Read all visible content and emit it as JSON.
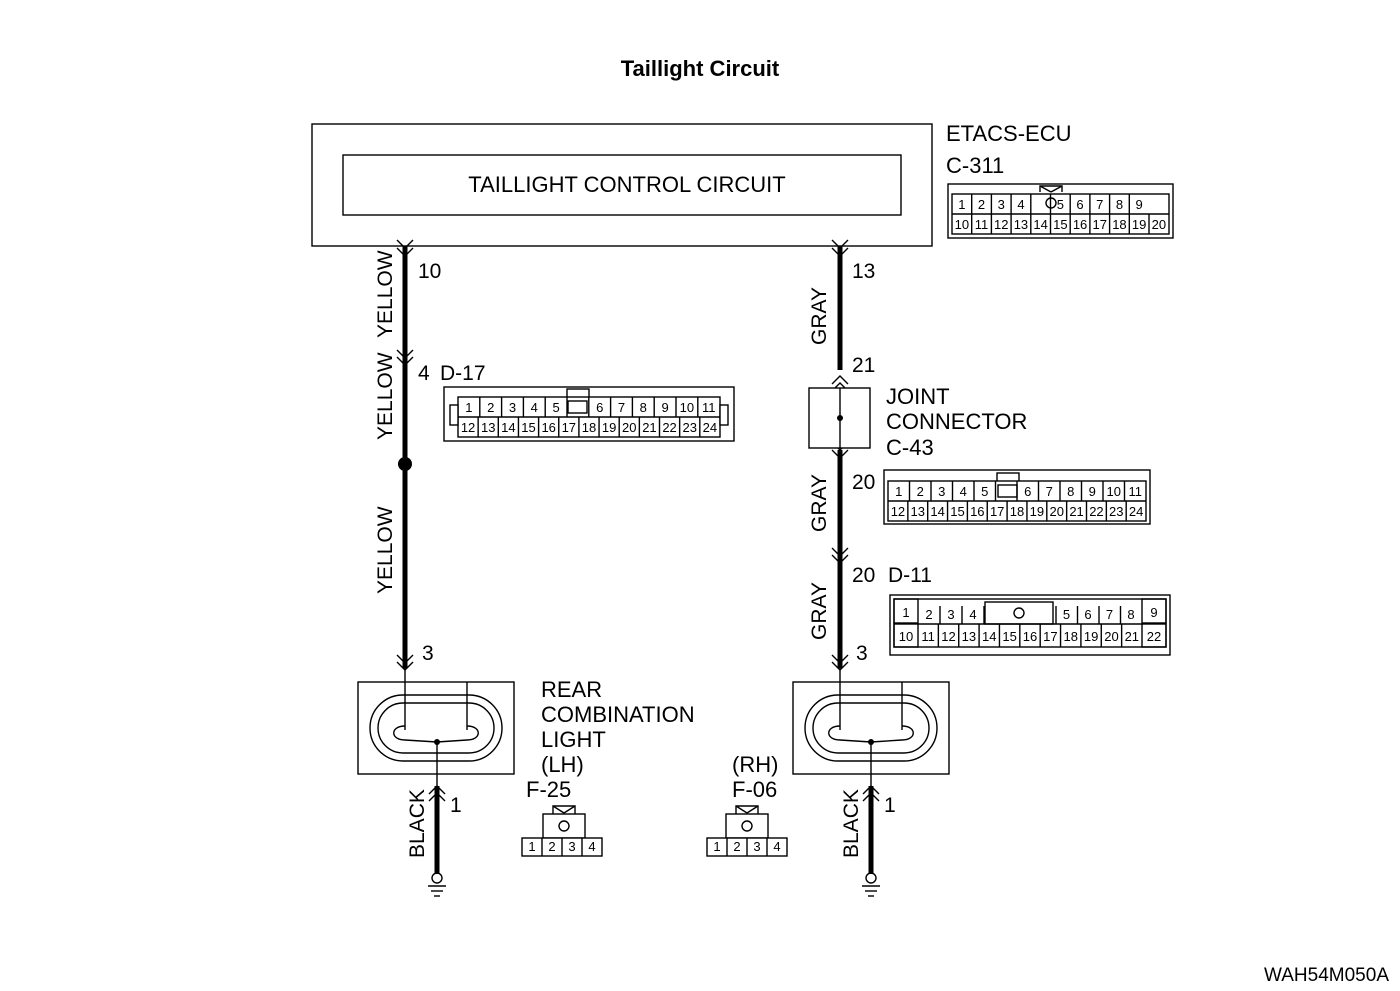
{
  "title": "Taillight Circuit",
  "ecu": {
    "name": "ETACS-ECU",
    "connector": "C-311",
    "inner_label": "TAILLIGHT CONTROL CIRCUIT",
    "pins_top": [
      "1",
      "2",
      "3",
      "4",
      "",
      "5",
      "6",
      "7",
      "8",
      "9"
    ],
    "pins_bottom": [
      "10",
      "11",
      "12",
      "13",
      "14",
      "15",
      "16",
      "17",
      "18",
      "19",
      "20"
    ]
  },
  "left_wire": {
    "pin_ecu": "10",
    "color_1": "YELLOW",
    "pin_connector": "4",
    "connector": "D-17",
    "color_2": "YELLOW",
    "color_3": "YELLOW",
    "pin_lamp": "3",
    "ground_pin": "1",
    "ground_color": "BLACK"
  },
  "d17": {
    "top": [
      "1",
      "2",
      "3",
      "4",
      "5",
      "",
      "6",
      "7",
      "8",
      "9",
      "10",
      "11"
    ],
    "bottom": [
      "12",
      "13",
      "14",
      "15",
      "16",
      "17",
      "18",
      "19",
      "20",
      "21",
      "22",
      "23",
      "24"
    ]
  },
  "right_wire": {
    "pin_ecu": "13",
    "color_1": "GRAY",
    "joint_pin_in": "21",
    "joint_label_1": "JOINT",
    "joint_label_2": "CONNECTOR",
    "joint_connector": "C-43",
    "joint_pin_out": "20",
    "color_2": "GRAY",
    "pin_d11": "20",
    "d11_connector": "D-11",
    "color_3": "GRAY",
    "pin_lamp": "3",
    "ground_pin": "1",
    "ground_color": "BLACK"
  },
  "c43": {
    "top": [
      "1",
      "2",
      "3",
      "4",
      "5",
      "",
      "6",
      "7",
      "8",
      "9",
      "10",
      "11"
    ],
    "bottom": [
      "12",
      "13",
      "14",
      "15",
      "16",
      "17",
      "18",
      "19",
      "20",
      "21",
      "22",
      "23",
      "24"
    ]
  },
  "d11": {
    "top": [
      "1",
      "2",
      "3",
      "4",
      "",
      "5",
      "6",
      "7",
      "8",
      "9"
    ],
    "bottom": [
      "10",
      "11",
      "12",
      "13",
      "14",
      "15",
      "16",
      "17",
      "18",
      "19",
      "20",
      "21",
      "22"
    ]
  },
  "lamp_left": {
    "line1": "REAR",
    "line2": "COMBINATION",
    "line3": "LIGHT",
    "side": "(LH)",
    "connector": "F-25",
    "pins": [
      "1",
      "2",
      "3",
      "4"
    ]
  },
  "lamp_right": {
    "side": "(RH)",
    "connector": "F-06",
    "pins": [
      "1",
      "2",
      "3",
      "4"
    ]
  },
  "figure_code": "WAH54M050A"
}
